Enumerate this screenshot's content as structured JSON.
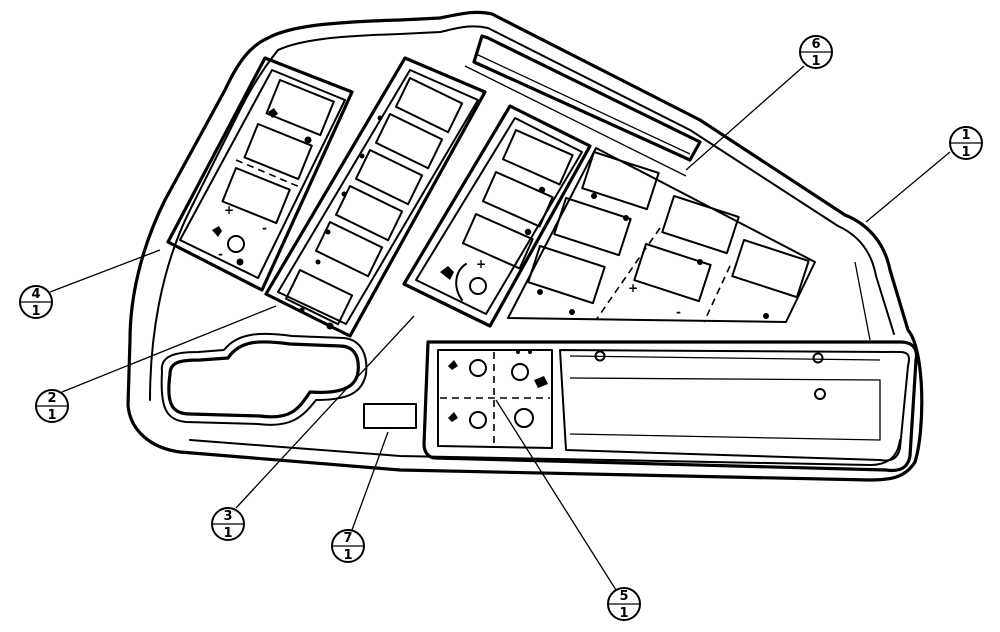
{
  "balloons": [
    {
      "id": "balloon-1",
      "item": "1",
      "qty": "1"
    },
    {
      "id": "balloon-2",
      "item": "2",
      "qty": "1"
    },
    {
      "id": "balloon-3",
      "item": "3",
      "qty": "1"
    },
    {
      "id": "balloon-4",
      "item": "4",
      "qty": "1"
    },
    {
      "id": "balloon-5",
      "item": "5",
      "qty": "1"
    },
    {
      "id": "balloon-6",
      "item": "6",
      "qty": "1"
    },
    {
      "id": "balloon-7",
      "item": "7",
      "qty": "1"
    }
  ]
}
